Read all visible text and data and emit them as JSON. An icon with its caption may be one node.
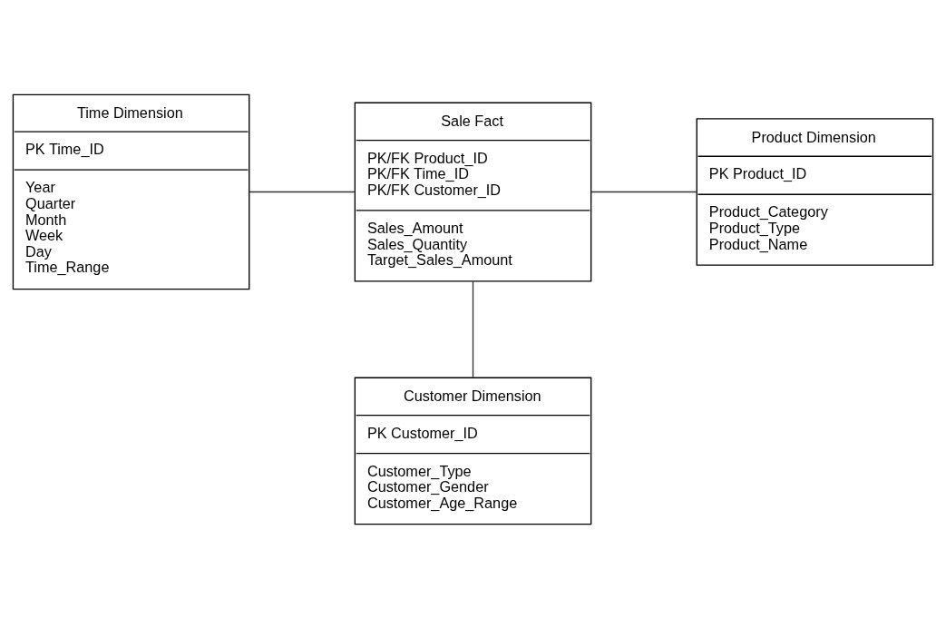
{
  "diagram": {
    "nodes": [
      {
        "text": [
          "Time Dimension",
          "PK Time_ID",
          "Year",
          "Quarter",
          "Month",
          "Week",
          "Day",
          "Time_Range"
        ]
      },
      {
        "text": [
          "Sale Fact",
          "PK/FK Product_ID",
          "PK/FK Time_ID",
          "PK/FK Customer_ID",
          "Sales_Amount",
          "Sales_Quantity",
          "Target_Sales_Amount"
        ]
      },
      {
        "text": [
          "Product Dimension",
          "PK Product_ID",
          "Product_Category",
          "Product_Type",
          "Product_Name"
        ]
      },
      {
        "text": [
          "Customer Dimension",
          "PK Customer_ID",
          "Customer_Type",
          "Customer_Gender",
          "Customer_Age_Range"
        ]
      }
    ],
    "edges": [
      {
        "from": 0,
        "to": 1,
        "arrow": "none"
      },
      {
        "from": 1,
        "to": 2,
        "arrow": "none"
      },
      {
        "from": 1,
        "to": 3,
        "arrow": "none"
      }
    ]
  }
}
